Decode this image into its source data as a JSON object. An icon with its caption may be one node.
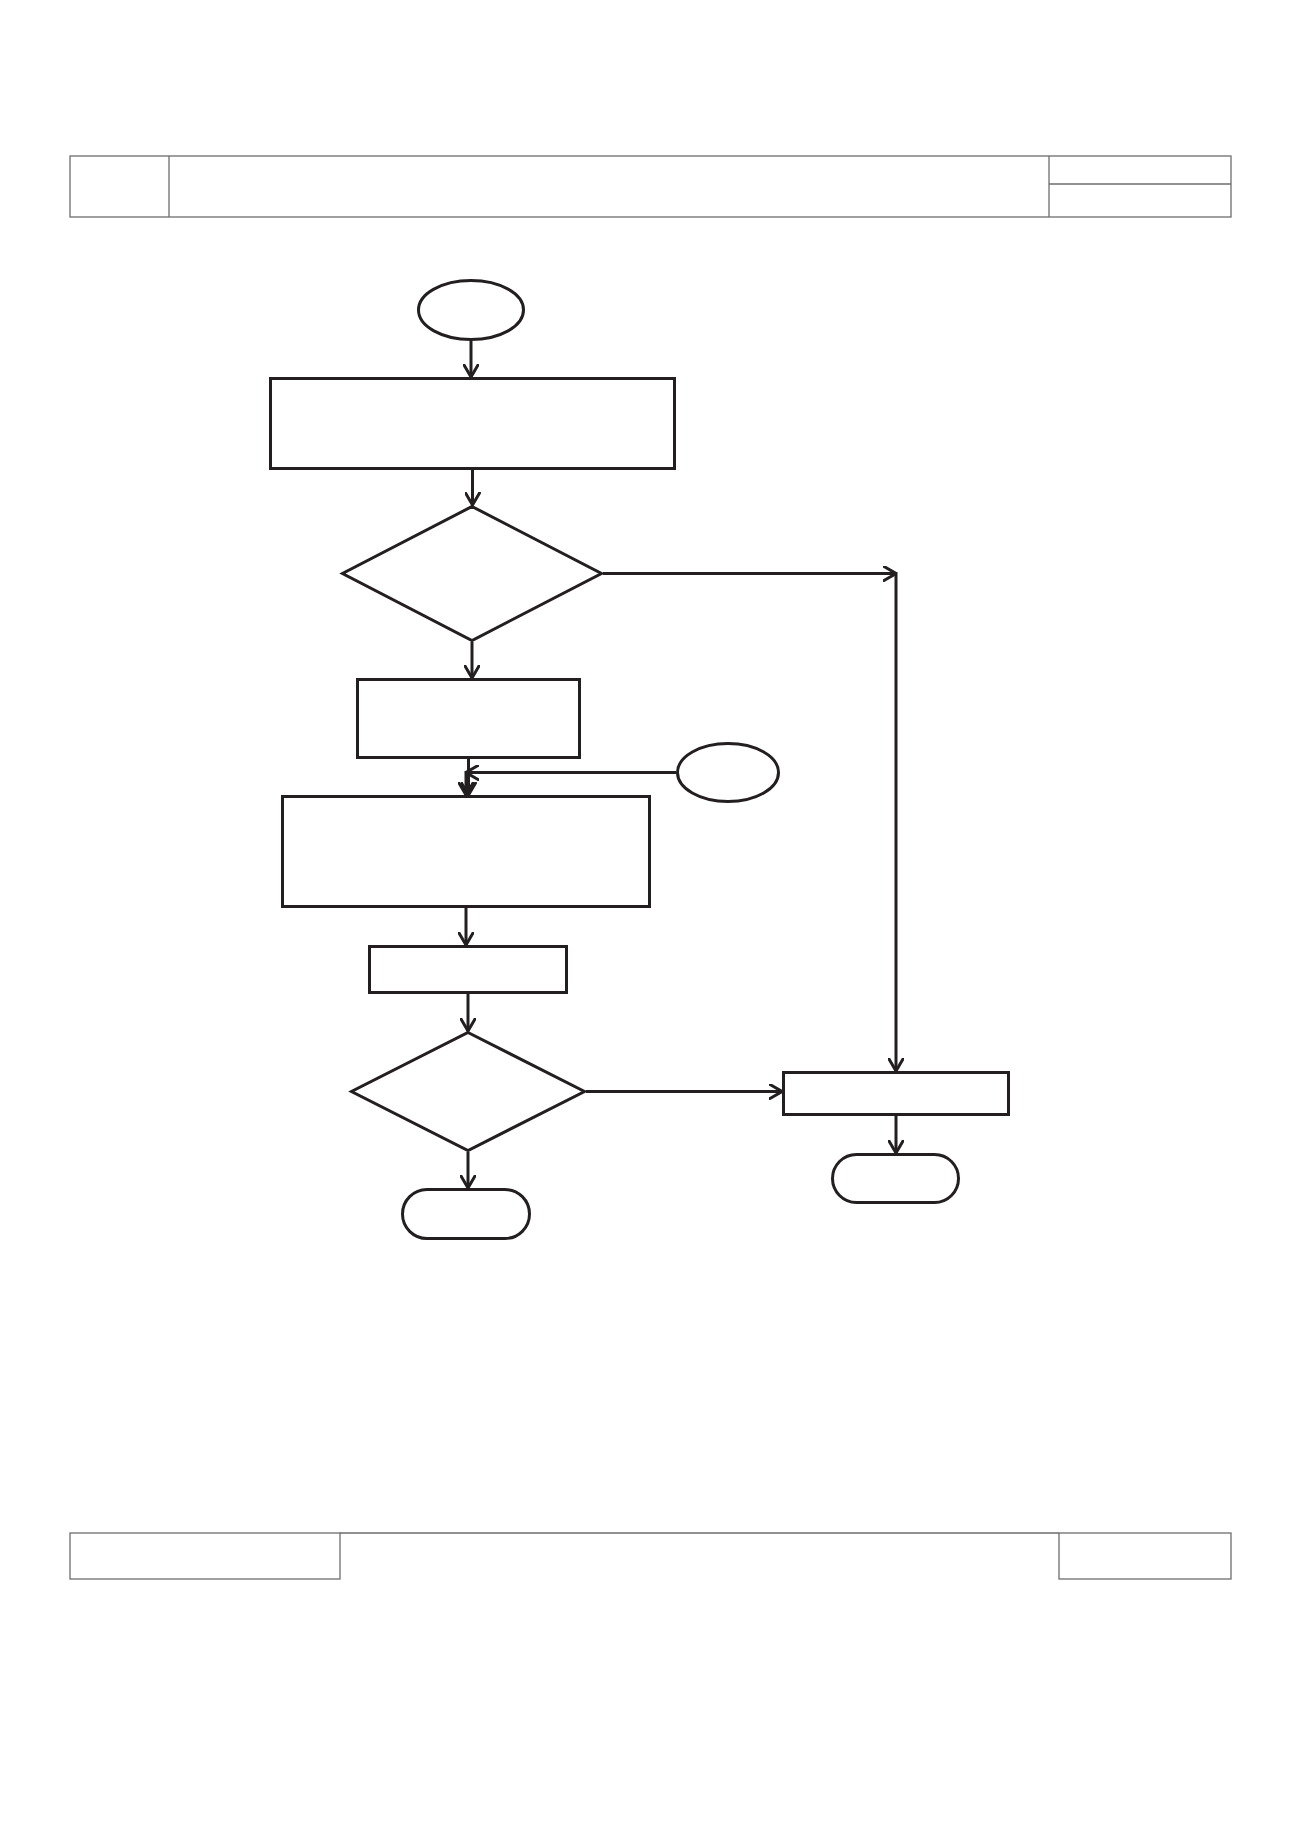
{
  "diagram": {
    "nodes": [
      {
        "text": [],
        "shape": "ellipse"
      },
      {
        "text": [],
        "shape": "box"
      },
      {
        "text": [],
        "shape": "diamond"
      },
      {
        "text": [],
        "shape": "box"
      },
      {
        "text": [],
        "shape": "ellipse"
      },
      {
        "text": [],
        "shape": "box"
      },
      {
        "text": [],
        "shape": "box"
      },
      {
        "text": [],
        "shape": "diamond"
      },
      {
        "text": [],
        "shape": "box"
      },
      {
        "text": [],
        "shape": "pill"
      },
      {
        "text": [],
        "shape": "pill"
      }
    ],
    "edges": [
      {
        "from": 0,
        "to": 1,
        "arrow": "to"
      },
      {
        "from": 1,
        "to": 2,
        "arrow": "to"
      },
      {
        "from": 2,
        "to": 8,
        "arrow": "to"
      },
      {
        "from": 2,
        "to": 3,
        "arrow": "to"
      },
      {
        "from": 3,
        "to": 5,
        "arrow": "to"
      },
      {
        "from": 4,
        "to": 5,
        "arrow": "to"
      },
      {
        "from": 5,
        "to": 6,
        "arrow": "to"
      },
      {
        "from": 6,
        "to": 7,
        "arrow": "to"
      },
      {
        "from": 7,
        "to": 8,
        "arrow": "to"
      },
      {
        "from": 7,
        "to": 9,
        "arrow": "to"
      },
      {
        "from": 8,
        "to": 10,
        "arrow": "to"
      }
    ]
  }
}
